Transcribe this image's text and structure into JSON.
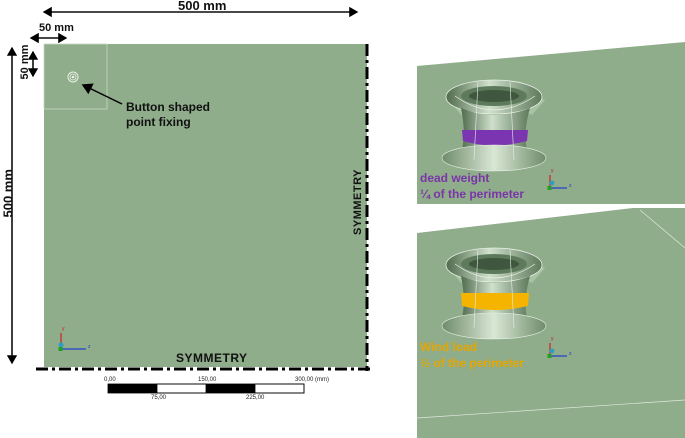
{
  "dimensions": {
    "width_label": "500 mm",
    "height_label": "500 mm",
    "detail_width_label": "50 mm",
    "detail_height_label": "50 mm"
  },
  "annotations": {
    "fixing_line1": "Button shaped",
    "fixing_line2": "point fixing",
    "symmetry_right": "SYMMETRY",
    "symmetry_bottom": "SYMMETRY"
  },
  "scale_bar": {
    "top_ticks": [
      "0,00",
      "150,00",
      "300,00 (mm)"
    ],
    "bottom_ticks": [
      "75,00",
      "225,00"
    ]
  },
  "axes_triad": {
    "x": "x",
    "y": "y",
    "z": "z"
  },
  "detail_views": [
    {
      "load_line1": "dead weight",
      "load_line2": "¼ of the perimeter",
      "band_color": "#7b35b0"
    },
    {
      "load_line1": "Wind load",
      "load_line2": "½ of the perimeter",
      "band_color": "#f5b400"
    }
  ],
  "colors": {
    "plate": "#8fac8b",
    "label_purple": "#7a35a8",
    "label_orange": "#e6a600"
  }
}
